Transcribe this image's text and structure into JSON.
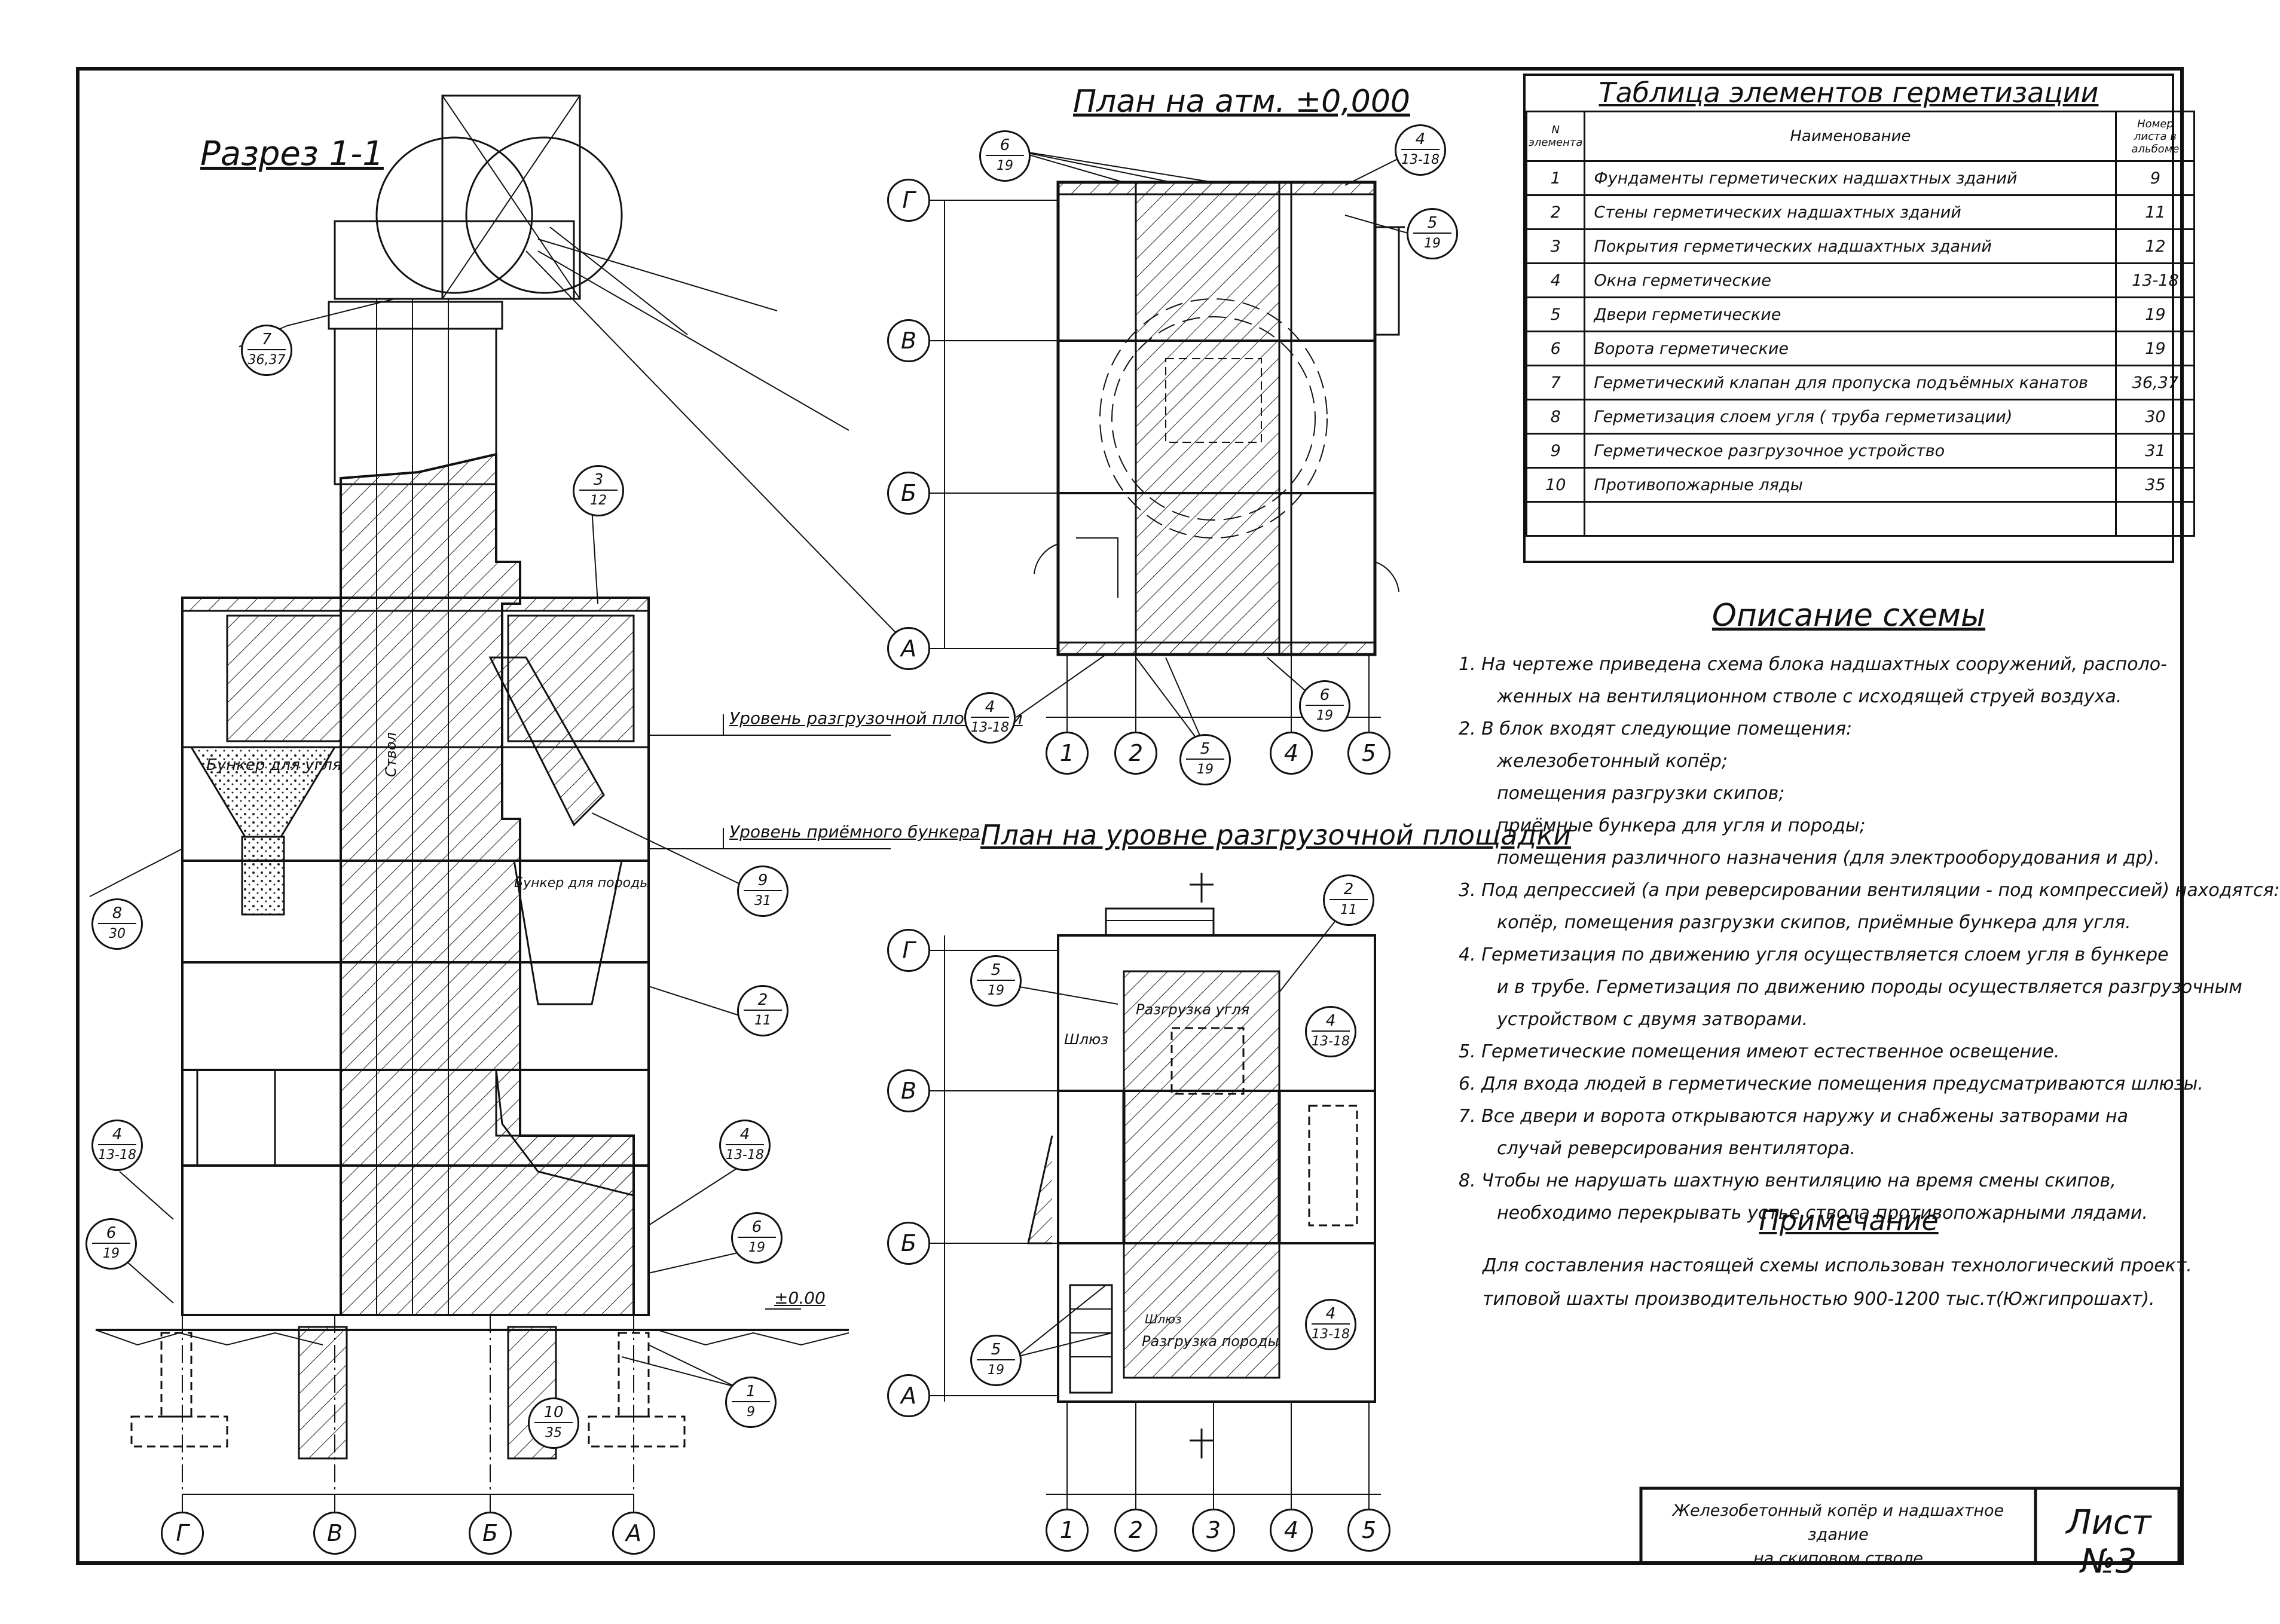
{
  "sheet": {
    "section_title": "Разрез 1-1",
    "plan_ground_title": "План на атм. ±0,000",
    "plan_platform_title": "План на уровне разгрузочной площадки",
    "level_platform": "Уровень разгрузочной площадки",
    "level_bunker": "Уровень приёмного бункера",
    "level_zero": "±0.00",
    "coal_bunker_label": "Бункер для угля",
    "rock_bunker_label": "Бункер для породы",
    "shaft_label": "Ствол",
    "unloading_coal_label": "Разгрузка угля",
    "unloading_rock_label": "Разгрузка породы",
    "airlock_label": "Шлюз",
    "section_axes": [
      "Г",
      "В",
      "Б",
      "А"
    ],
    "plan_row_axes": [
      "Г",
      "В",
      "Б",
      "А"
    ],
    "plan_col_axes": [
      "1",
      "2",
      "3",
      "4",
      "5"
    ],
    "plan_col_axes_ground": [
      "1",
      "2",
      "4",
      "5"
    ],
    "callouts": [
      {
        "top": "7",
        "bottom": "36,37"
      },
      {
        "top": "3",
        "bottom": "12"
      },
      {
        "top": "8",
        "bottom": "30"
      },
      {
        "top": "9",
        "bottom": "31"
      },
      {
        "top": "2",
        "bottom": "11"
      },
      {
        "top": "4",
        "bottom": "13-18"
      },
      {
        "top": "4",
        "bottom": "13-18"
      },
      {
        "top": "6",
        "bottom": "19"
      },
      {
        "top": "6",
        "bottom": "19"
      },
      {
        "top": "1",
        "bottom": "9"
      },
      {
        "top": "10",
        "bottom": "35"
      },
      {
        "top": "6",
        "bottom": "19"
      },
      {
        "top": "4",
        "bottom": "13-18"
      },
      {
        "top": "5",
        "bottom": "19"
      },
      {
        "top": "6",
        "bottom": "19"
      },
      {
        "top": "4",
        "bottom": "13-18"
      },
      {
        "top": "5",
        "bottom": "19"
      },
      {
        "top": "2",
        "bottom": "11"
      },
      {
        "top": "5",
        "bottom": "19"
      },
      {
        "top": "4",
        "bottom": "13-18"
      },
      {
        "top": "4",
        "bottom": "13-18"
      },
      {
        "top": "5",
        "bottom": "19"
      }
    ]
  },
  "table": {
    "title": "Таблица элементов герметизации",
    "headers": [
      "N элемента",
      "Наименование",
      "Номер листа в альбоме"
    ],
    "rows": [
      [
        "1",
        "Фундаменты герметических надшахтных зданий",
        "9"
      ],
      [
        "2",
        "Стены герметических надшахтных зданий",
        "11"
      ],
      [
        "3",
        "Покрытия герметических надшахтных зданий",
        "12"
      ],
      [
        "4",
        "Окна герметические",
        "13-18"
      ],
      [
        "5",
        "Двери герметические",
        "19"
      ],
      [
        "6",
        "Ворота герметические",
        "19"
      ],
      [
        "7",
        "Герметический клапан для пропуска подъёмных канатов",
        "36,37"
      ],
      [
        "8",
        "Герметизация слоем угля ( труба герметизации)",
        "30"
      ],
      [
        "9",
        "Герметическое разгрузочное устройство",
        "31"
      ],
      [
        "10",
        "Противопожарные ляды",
        "35"
      ],
      [
        "",
        "",
        ""
      ]
    ]
  },
  "description": {
    "title": "Описание схемы",
    "lines": [
      "1. На чертеже приведена схема блока надшахтных сооружений, располо-",
      "женных на вентиляционном стволе с исходящей струей воздуха.",
      "2. В блок входят следующие помещения:",
      "железобетонный копёр;",
      "помещения разгрузки скипов;",
      "приёмные бункера для угля и породы;",
      "помещения различного назначения (для электрооборудования и др).",
      "3. Под депрессией (а при реверсировании вентиляции - под компрессией) находятся:",
      "копёр, помещения разгрузки скипов, приёмные бункера для угля.",
      "4. Герметизация по движению угля осуществляется слоем угля в бункере",
      "и в трубе. Герметизация по движению породы осуществляется разгрузочным",
      "устройством с двумя затворами.",
      "5. Герметические помещения имеют естественное освещение.",
      "6. Для входа людей в герметические помещения предусматриваются шлюзы.",
      "7. Все двери и ворота открываются наружу и снабжены затворами на",
      "случай реверсирования вентилятора.",
      "8. Чтобы не нарушать шахтную вентиляцию на время смены скипов,",
      "необходимо перекрывать устье ствола противопожарными лядами."
    ]
  },
  "note": {
    "title": "Примечание",
    "lines": [
      "Для составления настоящей схемы использован технологический проект.",
      "типовой шахты производительностью 900-1200 тыс.т(Южгипрошахт)."
    ]
  },
  "stamp": {
    "caption_line1": "Железобетонный копёр и надшахтное здание",
    "caption_line2": "на скиповом стволе",
    "sheet_label": "Лист №3"
  }
}
